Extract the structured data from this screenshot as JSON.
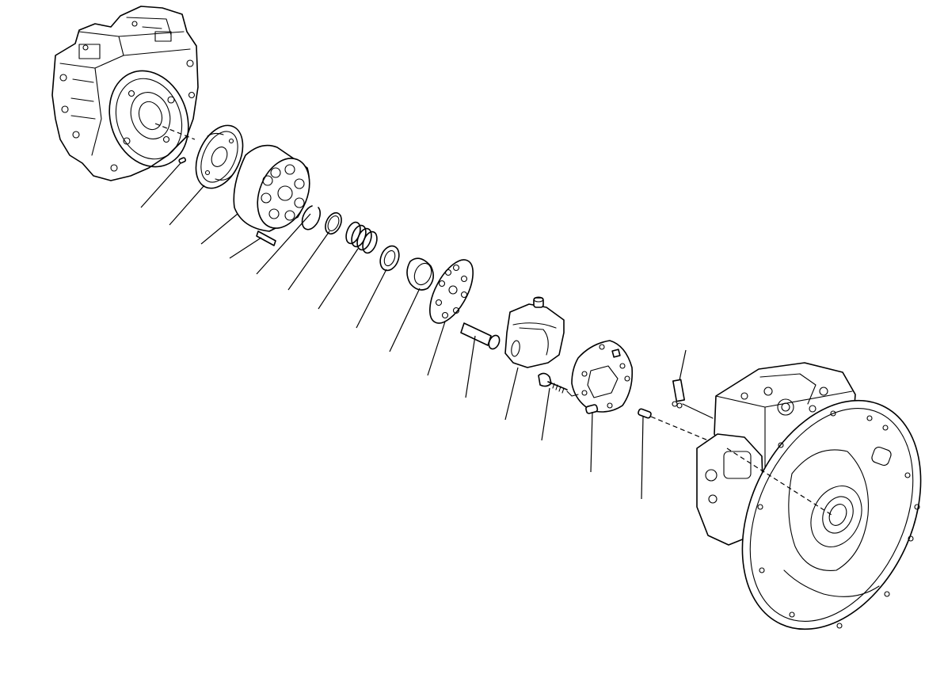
{
  "diagram": {
    "type": "exploded-parts-view",
    "line_color": "#000000",
    "background": "#ffffff",
    "parts": [
      {
        "id": "rear-housing"
      },
      {
        "id": "dowel-pin"
      },
      {
        "id": "valve-plate"
      },
      {
        "id": "cylinder-block"
      },
      {
        "id": "pin"
      },
      {
        "id": "snap-ring"
      },
      {
        "id": "washer"
      },
      {
        "id": "spring-set"
      },
      {
        "id": "seat"
      },
      {
        "id": "spherical-bushing"
      },
      {
        "id": "retainer-plate"
      },
      {
        "id": "pin-shaft"
      },
      {
        "id": "swash-plate"
      },
      {
        "id": "bolt"
      },
      {
        "id": "cradle"
      },
      {
        "id": "dowel-pin-2"
      },
      {
        "id": "tag-plate"
      },
      {
        "id": "front-housing"
      }
    ]
  }
}
